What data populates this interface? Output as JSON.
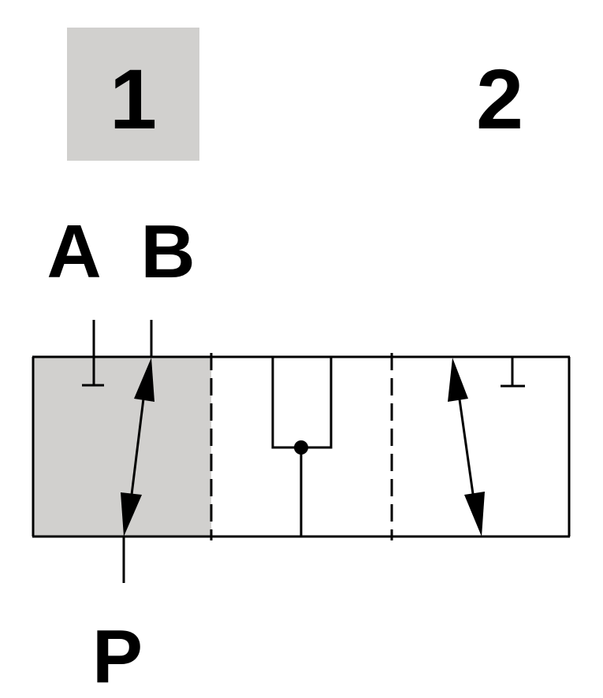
{
  "position_labels": {
    "first": "1",
    "second": "2"
  },
  "port_labels": {
    "a": "A",
    "b": "B",
    "p": "P"
  },
  "colors": {
    "highlight": "#d1d0ce",
    "stroke": "#000000",
    "background": "#ffffff"
  }
}
